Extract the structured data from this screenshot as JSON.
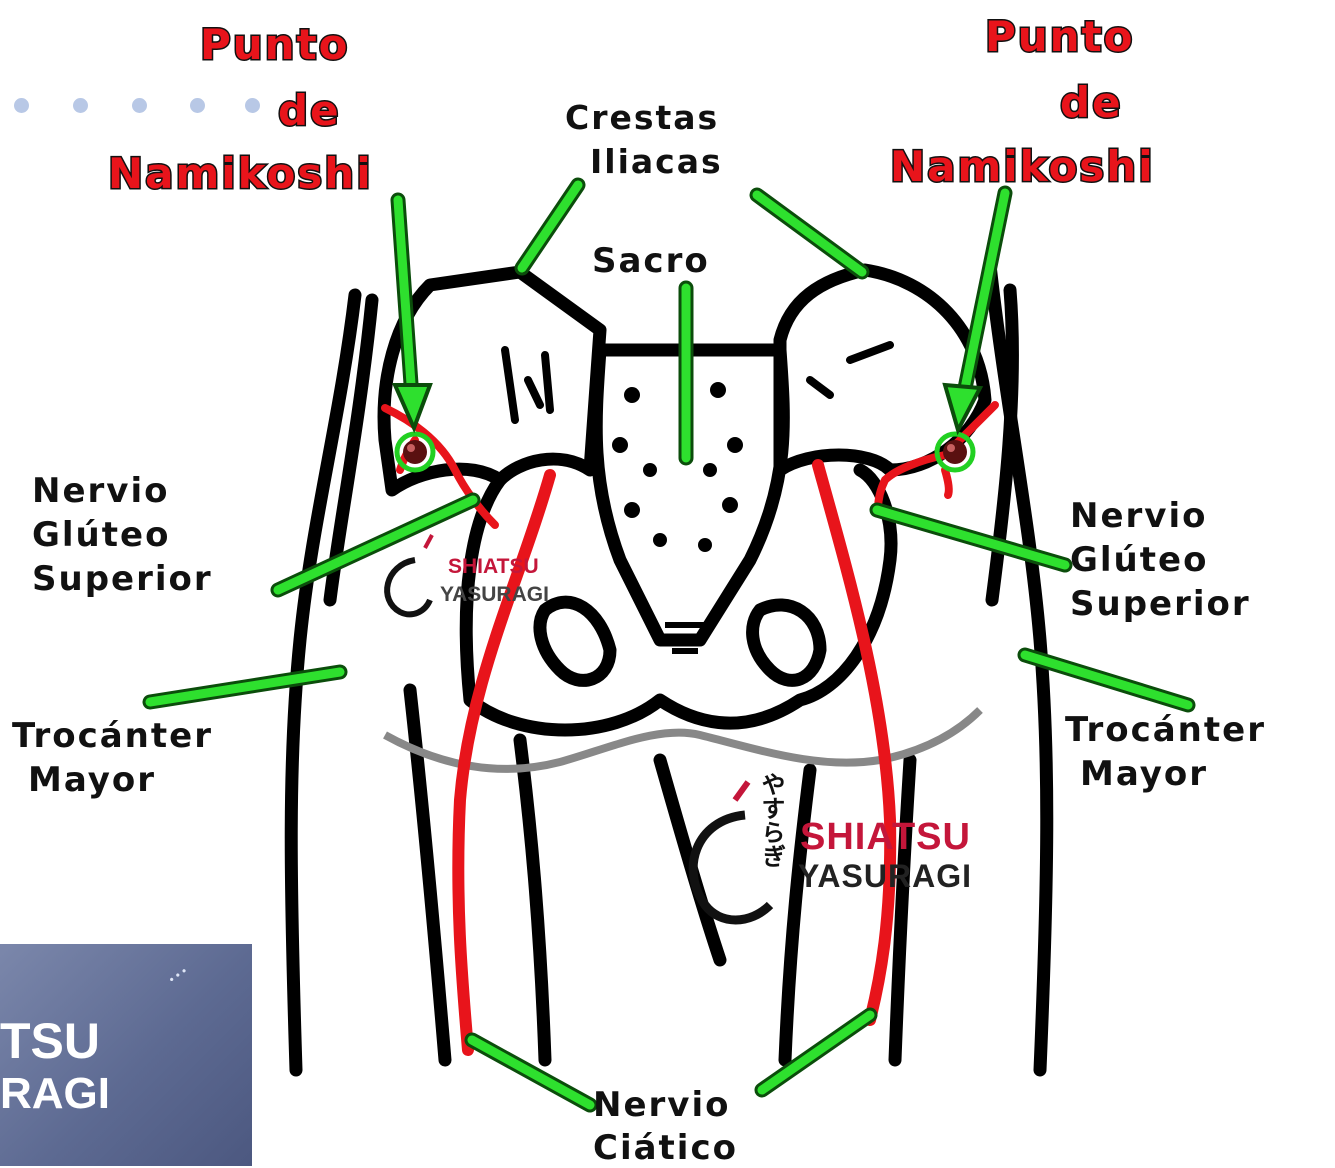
{
  "colors": {
    "accent_red": "#e8141b",
    "pointer_green": "#22d022",
    "outline": "#000000",
    "dots": "#b8c8e6",
    "belt_gray": "#888888",
    "logo_red": "#c4163a"
  },
  "labels": {
    "punto_left": [
      "Punto",
      "de",
      "Namikoshi"
    ],
    "punto_right": [
      "Punto",
      "de",
      "Namikoshi"
    ],
    "crestas": [
      "Crestas",
      "Iliacas"
    ],
    "sacro": "Sacro",
    "gluteo_left": [
      "Nervio",
      "Glúteo",
      "Superior"
    ],
    "gluteo_right": [
      "Nervio",
      "Glúteo",
      "Superior"
    ],
    "trocanter_left": [
      "Trocánter",
      "Mayor"
    ],
    "trocanter_right": [
      "Trocánter",
      "Mayor"
    ],
    "ciatico": [
      "Nervio",
      "Ciático"
    ]
  },
  "watermarks": {
    "small": [
      "SHIATSU",
      "YASURAGI"
    ],
    "large": [
      "SHIATSU",
      "YASURAGI"
    ],
    "kana": "やすらぎ",
    "photo_text": [
      "TSU",
      "RAGI"
    ]
  },
  "icons": {
    "logo": "shiatsu-yasuragi-logo-icon",
    "marker": "namikoshi-point-icon"
  }
}
